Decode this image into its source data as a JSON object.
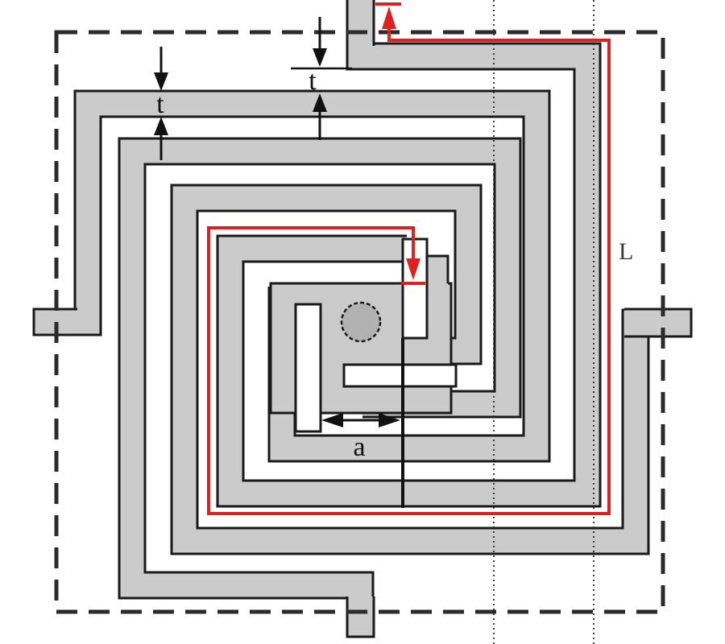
{
  "diagram": {
    "title": "square-spiral-layout-schematic",
    "labels": {
      "trace_width_1": "t",
      "trace_width_2": "t",
      "inner_width": "a",
      "path_length": "L"
    },
    "colors": {
      "trace_fill": "#cbcbcb",
      "trace_outline": "#1a1a1a",
      "via_fill": "#b2b2b2",
      "highlight_path": "#e02020",
      "boundary_dash": "#2b2b2b",
      "background": "#ffffff"
    },
    "elements": {
      "boundary": "dashed-square-outline",
      "guides": "two-dotted-vertical-lines",
      "arms": [
        "top-terminal-arm",
        "left-terminal-arm",
        "right-terminal-arm",
        "bottom-terminal-arm"
      ],
      "terminals": [
        "top-stub",
        "left-stub",
        "right-stub",
        "bottom-stub"
      ],
      "center": "feed-block-with-slots-and-circular-via",
      "highlight": "red-spiral-length-path-with-end-arrows"
    }
  }
}
